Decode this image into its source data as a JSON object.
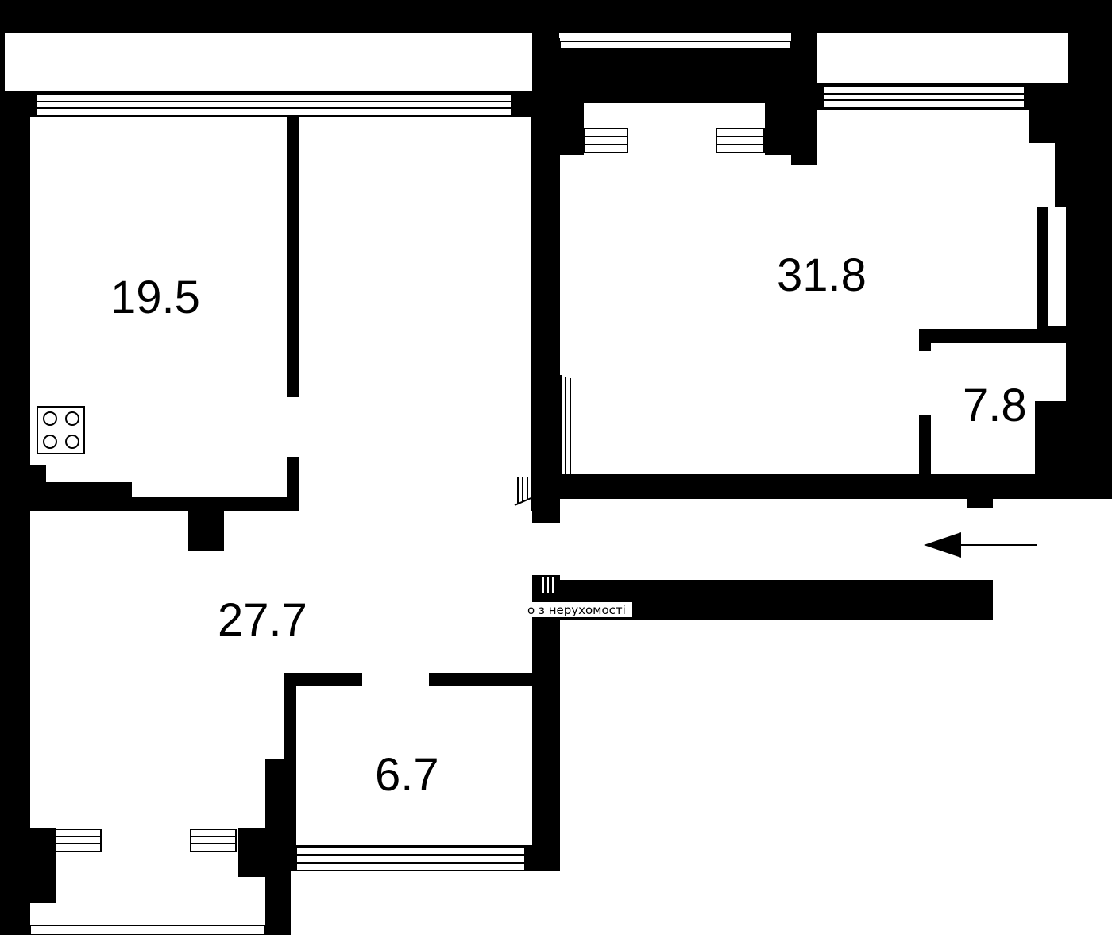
{
  "rooms": [
    {
      "id": "kitchen",
      "area": "19.5"
    },
    {
      "id": "living",
      "area": "31.8"
    },
    {
      "id": "storage",
      "area": "7.8"
    },
    {
      "id": "hall",
      "area": "27.7"
    },
    {
      "id": "bath",
      "area": "6.7"
    }
  ],
  "watermark": {
    "text": "о з нерухомості"
  },
  "entrance_arrow": {
    "icon": "arrow-left-icon"
  },
  "colors": {
    "wall": "#000000",
    "floor": "#ffffff"
  }
}
